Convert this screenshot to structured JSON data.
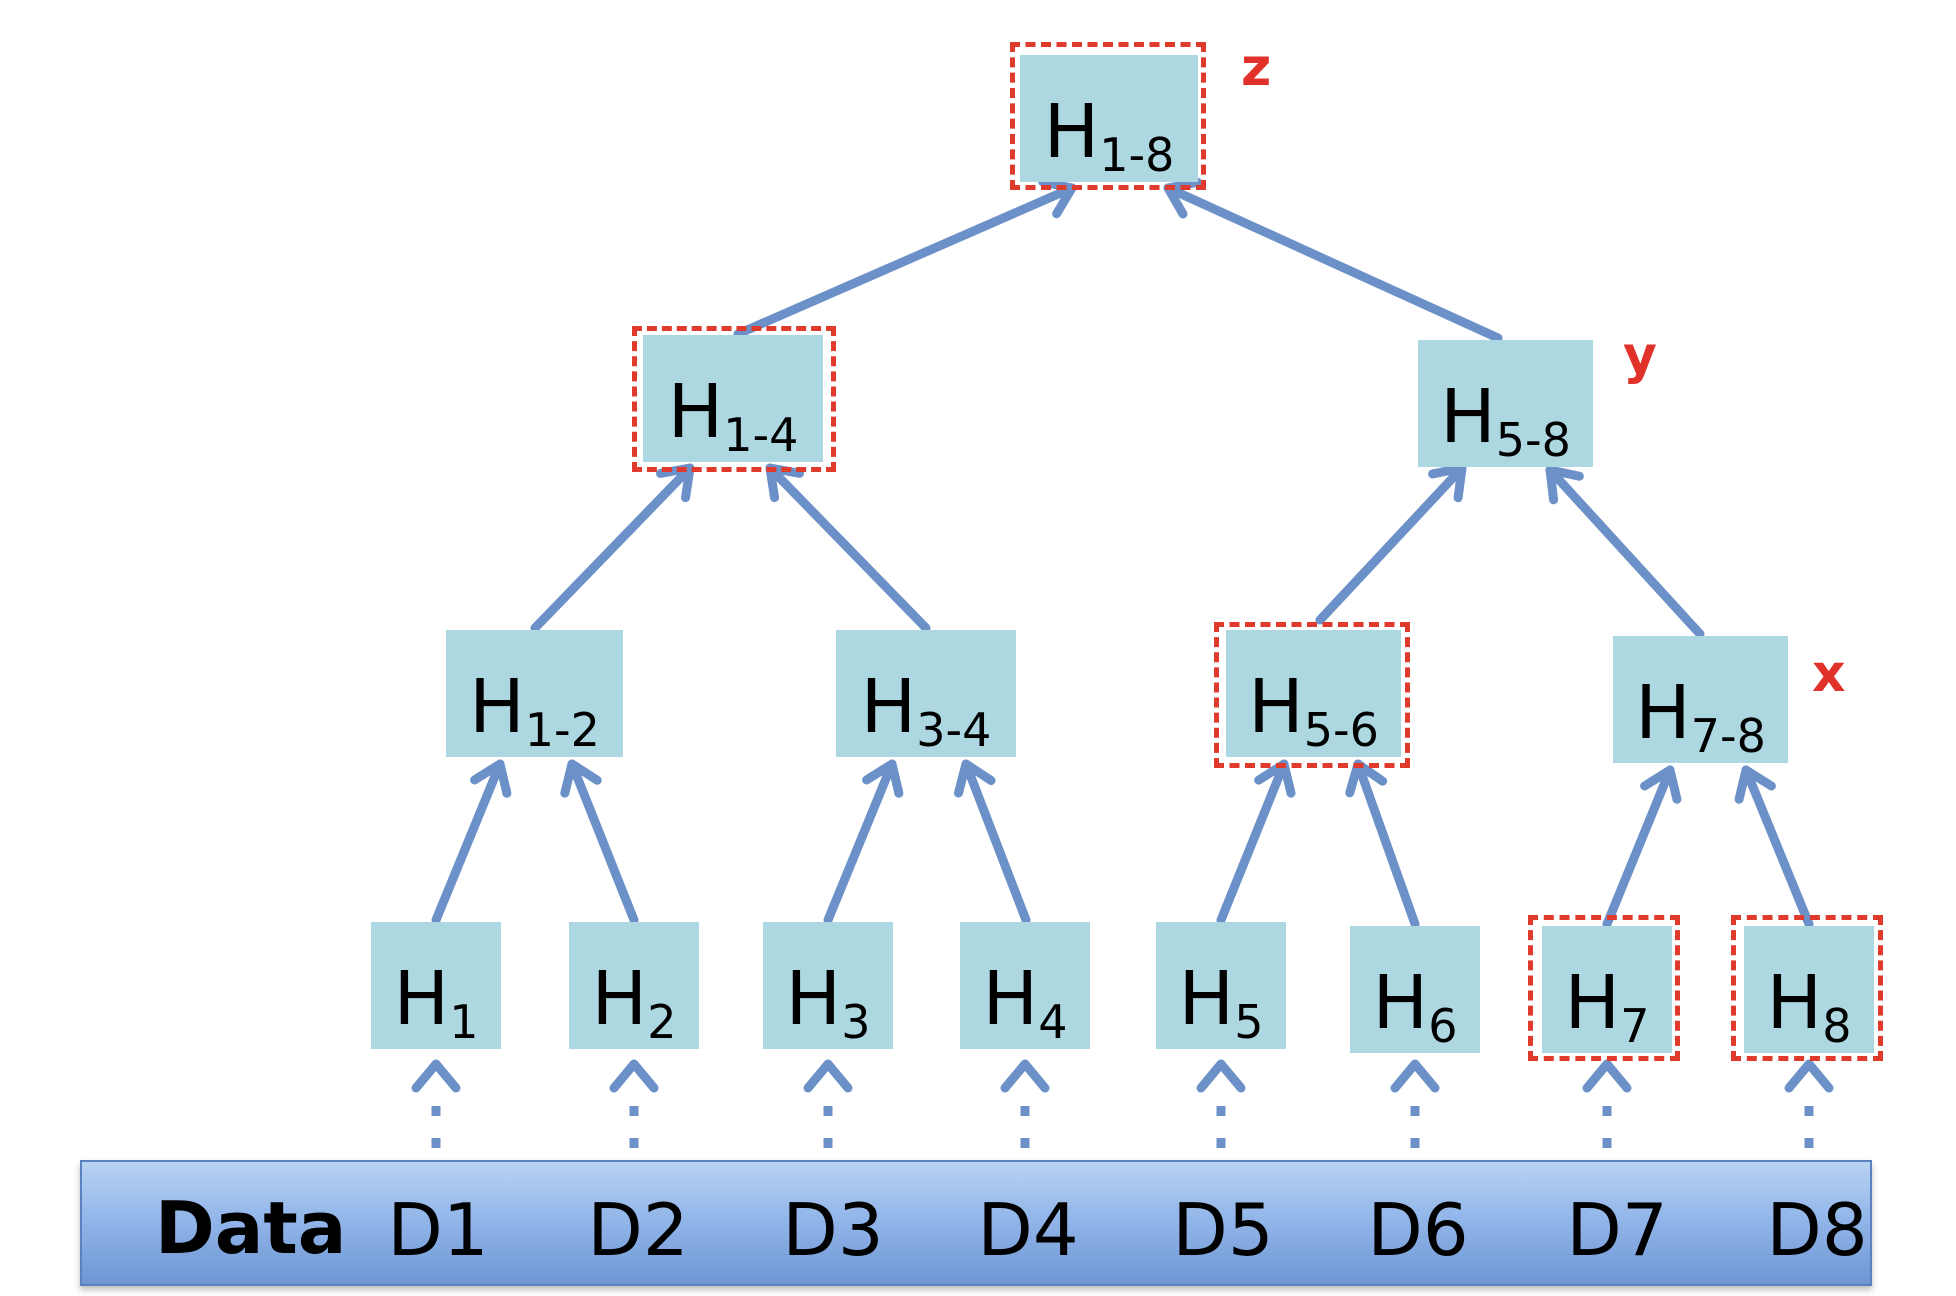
{
  "colors": {
    "node_fill": "#add8e2",
    "edge": "#6c90c8",
    "highlight": "#e03a2d",
    "data_bar": "#93b7ea"
  },
  "nodes": {
    "h18": {
      "base": "H",
      "sub": "1-8"
    },
    "h14": {
      "base": "H",
      "sub": "1-4"
    },
    "h58": {
      "base": "H",
      "sub": "5-8"
    },
    "h12": {
      "base": "H",
      "sub": "1-2"
    },
    "h34": {
      "base": "H",
      "sub": "3-4"
    },
    "h56": {
      "base": "H",
      "sub": "5-6"
    },
    "h78": {
      "base": "H",
      "sub": "7-8"
    },
    "h1": {
      "base": "H",
      "sub": "1"
    },
    "h2": {
      "base": "H",
      "sub": "2"
    },
    "h3": {
      "base": "H",
      "sub": "3"
    },
    "h4": {
      "base": "H",
      "sub": "4"
    },
    "h5": {
      "base": "H",
      "sub": "5"
    },
    "h6": {
      "base": "H",
      "sub": "6"
    },
    "h7": {
      "base": "H",
      "sub": "7"
    },
    "h8": {
      "base": "H",
      "sub": "8"
    }
  },
  "tags": {
    "z": "z",
    "y": "y",
    "x": "x"
  },
  "data_bar": {
    "title": "Data",
    "items": [
      "D1",
      "D2",
      "D3",
      "D4",
      "D5",
      "D6",
      "D7",
      "D8"
    ]
  }
}
